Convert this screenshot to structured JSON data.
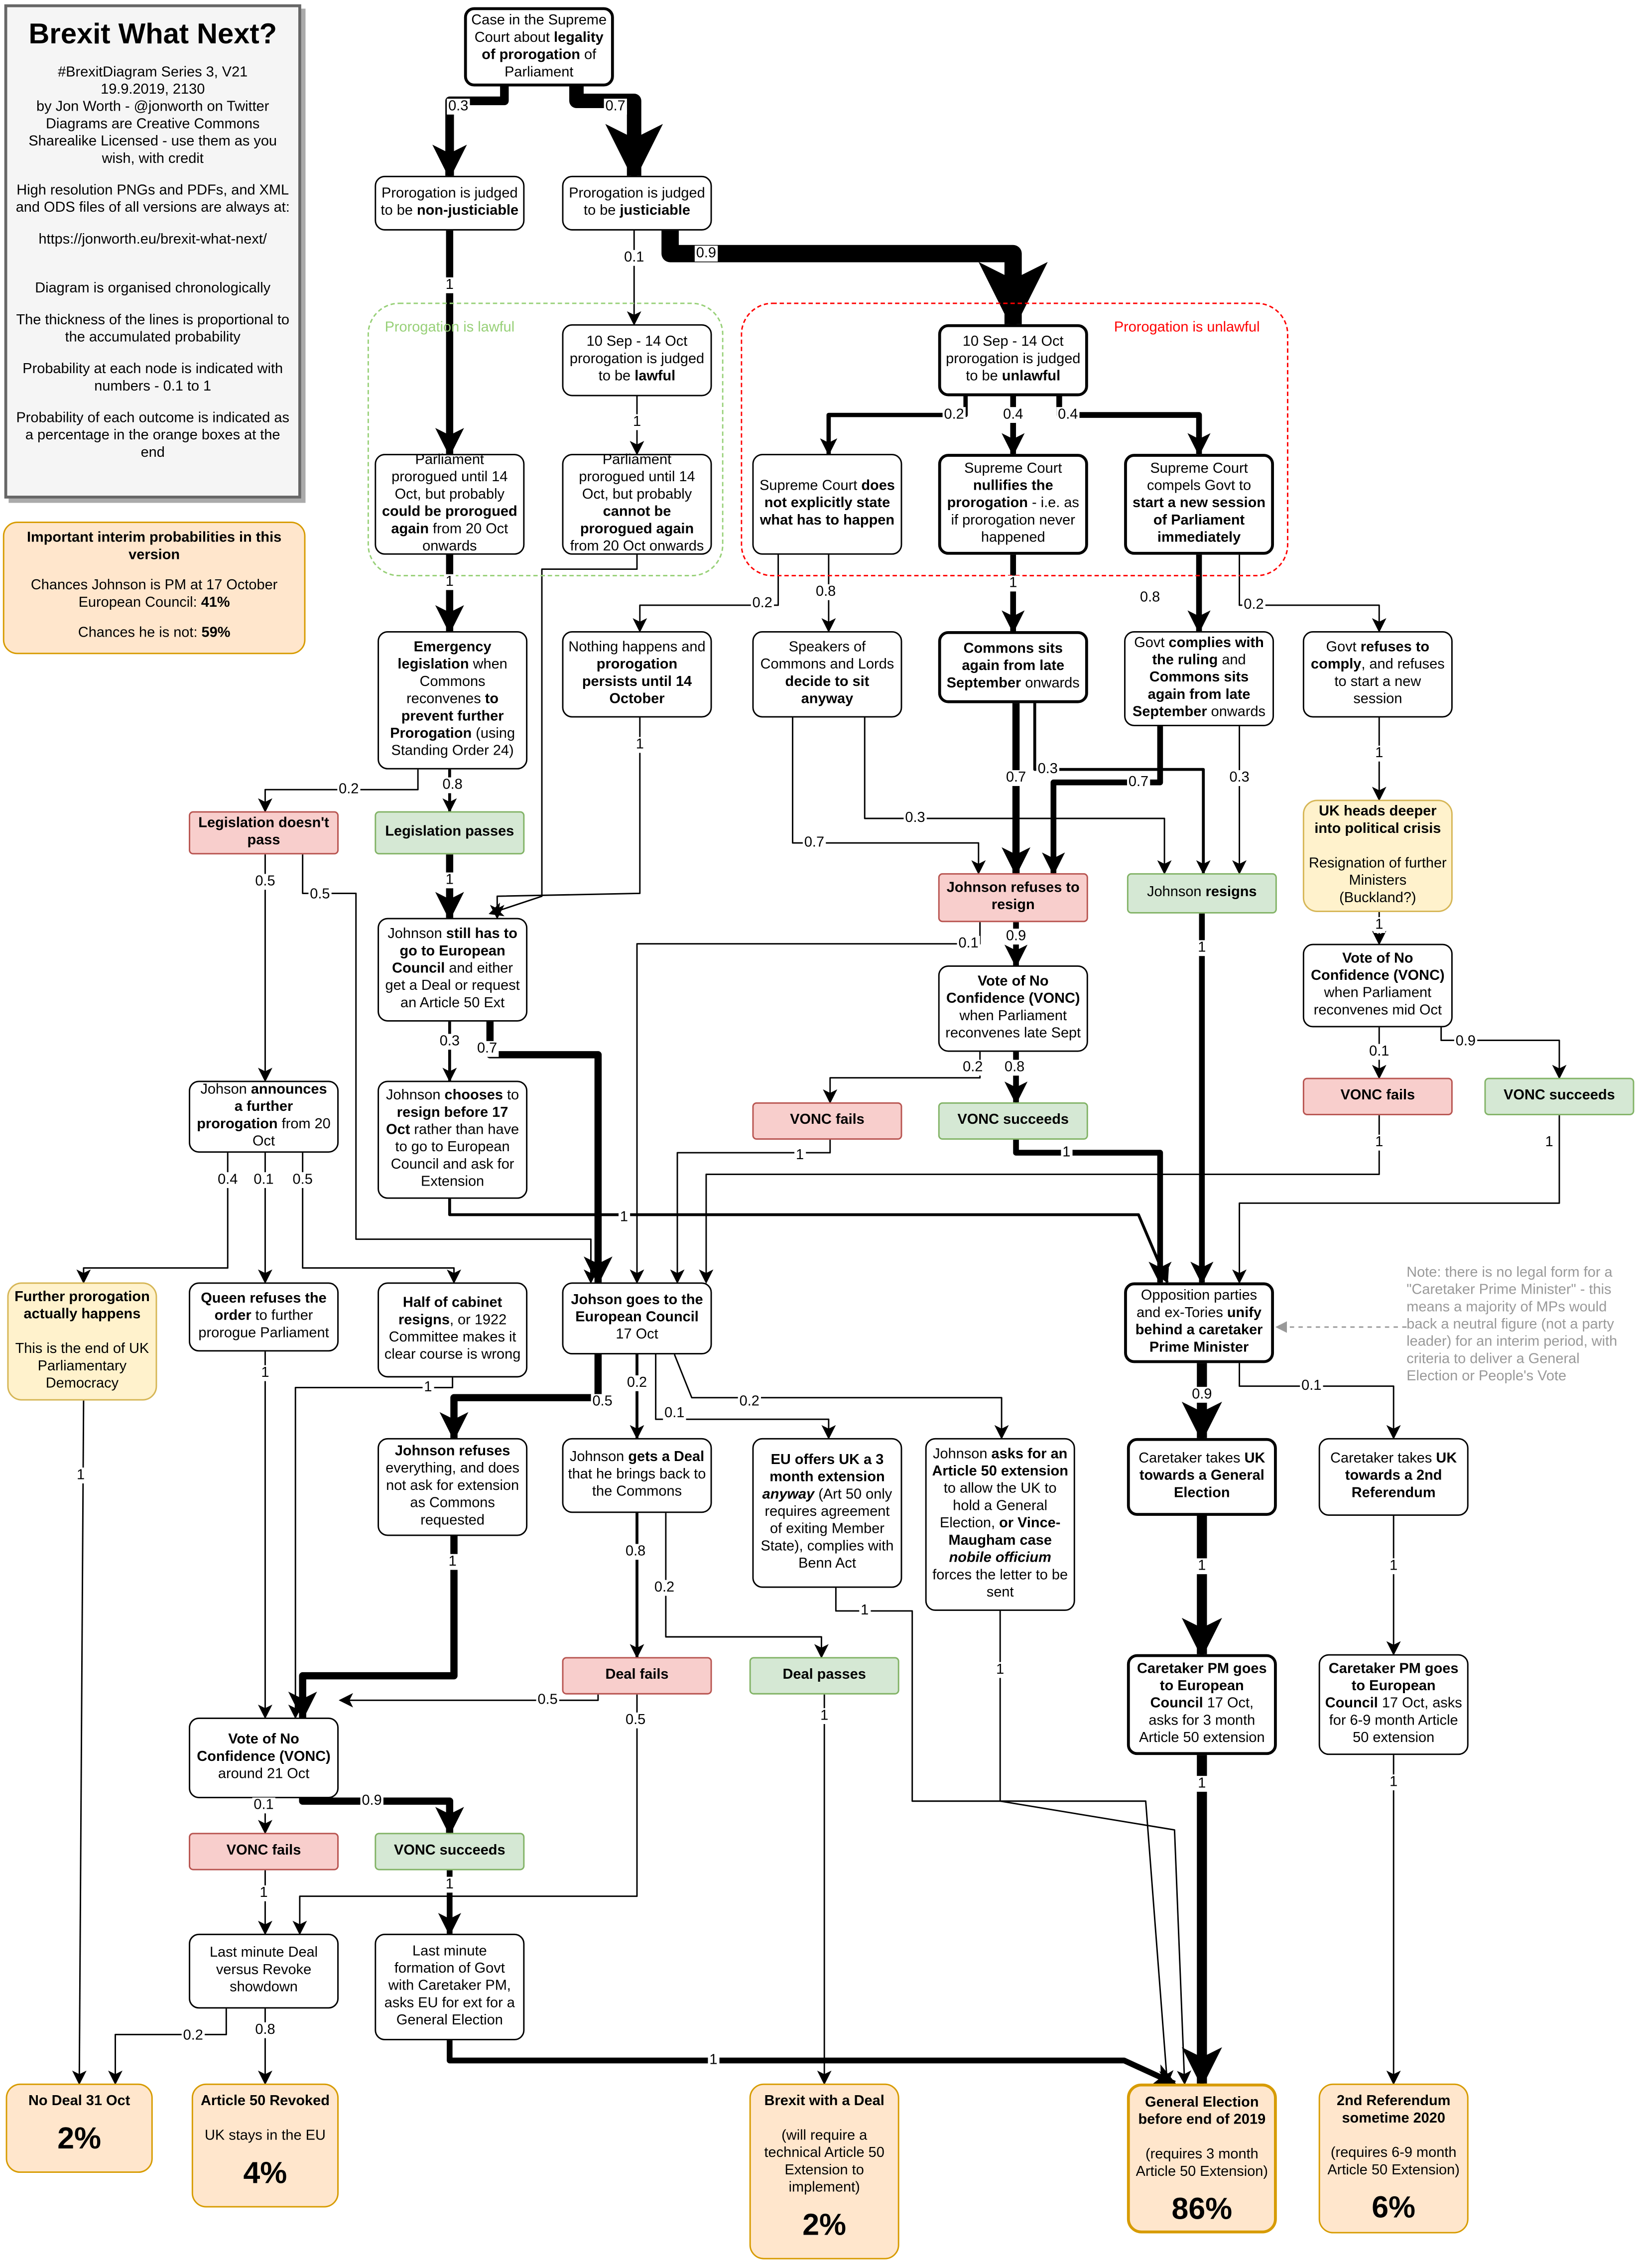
{
  "info": {
    "title": "Brexit What Next?",
    "series": "#BrexitDiagram Series 3, V21\n19.9.2019, 2130\nby Jon Worth - @jonworth on Twitter\nDiagrams are Creative Commons Sharealike Licensed - use them as you wish, with credit",
    "files": "High resolution PNGs and PDFs, and XML and ODS files of all versions are always at:",
    "url": "https://jonworth.eu/brexit-what-next/",
    "chronological": "Diagram is organised chronologically",
    "thickness": "The thickness of the lines is proportional to the accumulated probability",
    "node_prob": "Probability at each node is indicated with numbers - 0.1 to 1",
    "outcome_prob": "Probability of each outcome is indicated as a percentage in the orange boxes at the end"
  },
  "interim": {
    "heading": "Important interim probabilities in this version",
    "pm_text": "Chances Johnson is PM at 17 October European Council: ",
    "pm_value": "41%",
    "not_text": "Chances he is not: ",
    "not_value": "59%"
  },
  "groups": {
    "lawful": "Prorogation is lawful",
    "unlawful": "Prorogation is unlawful",
    "lawful_color": "#97d077",
    "unlawful_color": "#ff0000"
  },
  "note": "Note: there is no legal form for a \"Caretaker Prime Minister\" - this means a majority of MPs would back a neutral figure (not a party leader) for an interim period, with criteria to deliver a General Election or People's Vote",
  "colors": {
    "red_fill": "#f8cecc",
    "green_fill": "#d5e8d4",
    "yellow_fill": "#fff2cc",
    "orange_fill": "#ffe6cc"
  },
  "nodes": {
    "case": [
      [
        "Case in the Supreme Court about ",
        0
      ],
      [
        "legality of prorogation",
        1
      ],
      [
        " of Parliament",
        0
      ]
    ],
    "nonjust": [
      [
        "Prorogation is judged to be ",
        0
      ],
      [
        "non-justiciable",
        1
      ]
    ],
    "just": [
      [
        "Prorogation is judged to be ",
        0
      ],
      [
        "justiciable",
        1
      ]
    ],
    "lawful": [
      [
        "10 Sep - 14 Oct prorogation is judged to be ",
        0
      ],
      [
        "lawful",
        1
      ]
    ],
    "unlawful": [
      [
        "10 Sep - 14 Oct prorogation is judged to be ",
        0
      ],
      [
        "unlawful",
        1
      ]
    ],
    "parl_could": [
      [
        "Parliament prorogued until 14 Oct, but probably ",
        0
      ],
      [
        "could be prorogued again",
        1
      ],
      [
        " from 20 Oct onwards",
        0
      ]
    ],
    "parl_cannot": [
      [
        "Parliament prorogued until 14 Oct, but probably ",
        0
      ],
      [
        "cannot be prorogued again",
        1
      ],
      [
        " from 20 Oct onwards",
        0
      ]
    ],
    "sc_not": [
      [
        "Supreme Court ",
        0
      ],
      [
        "does not explicitly state what has to happen",
        1
      ]
    ],
    "sc_null": [
      [
        "Supreme Court ",
        0
      ],
      [
        "nullifies the prorogation",
        1
      ],
      [
        " - i.e. as if prorogation never happened",
        0
      ]
    ],
    "sc_compels": [
      [
        "Supreme Court compels Govt to ",
        0
      ],
      [
        "start a new session of Parliament immediately",
        1
      ]
    ],
    "emergency": [
      [
        "Emergency legislation",
        1
      ],
      [
        " when Commons reconvenes ",
        0
      ],
      [
        "to prevent further Prorogation",
        1
      ],
      [
        " (using Standing Order 24)",
        0
      ]
    ],
    "nothing": [
      [
        "Nothing happens and ",
        0
      ],
      [
        "prorogation persists until 14 October",
        1
      ]
    ],
    "speakers": [
      [
        "Speakers of Commons and Lords ",
        0
      ],
      [
        "decide to sit anyway",
        1
      ]
    ],
    "commons_sits": [
      [
        "Commons sits again from late September",
        1
      ],
      [
        " onwards",
        0
      ]
    ],
    "govt_complies": [
      [
        "Govt ",
        0
      ],
      [
        "complies with the ruling",
        1
      ],
      [
        " and ",
        0
      ],
      [
        "Commons sits again from late September",
        1
      ],
      [
        " onwards",
        0
      ]
    ],
    "govt_refuses": [
      [
        "Govt ",
        0
      ],
      [
        "refuses to comply",
        1
      ],
      [
        ", and refuses to start a new session",
        0
      ]
    ],
    "leg_fail": [
      [
        "Legislation doesn't pass",
        1
      ]
    ],
    "leg_pass": [
      [
        "Legislation passes",
        1
      ]
    ],
    "uk_heads": [
      [
        "UK heads deeper into political crisis",
        1
      ],
      [
        "\n\nResignation of further Ministers (Buckland?)",
        0
      ]
    ],
    "j_refuses": [
      [
        "Johnson refuses to resign",
        1
      ]
    ],
    "j_resigns": [
      [
        "Johnson ",
        0
      ],
      [
        "resigns",
        1
      ]
    ],
    "j_still": [
      [
        "Johnson ",
        0
      ],
      [
        "still has to go to European Council",
        1
      ],
      [
        " and either get a Deal or request an Article 50 Ext",
        0
      ]
    ],
    "vonc_mid": [
      [
        "Vote of No Confidence (VONC)",
        1
      ],
      [
        " when Parliament reconvenes mid Oct",
        0
      ]
    ],
    "vonc_late": [
      [
        "Vote of No Confidence (VONC)",
        1
      ],
      [
        " when Parliament reconvenes late Sept",
        0
      ]
    ],
    "announces": [
      [
        "Johson ",
        0
      ],
      [
        "announces a further prorogation",
        1
      ],
      [
        " from 20 Oct",
        0
      ]
    ],
    "chooses": [
      [
        "Johnson ",
        0
      ],
      [
        "chooses",
        1
      ],
      [
        " to ",
        0
      ],
      [
        "resign before 17 Oct",
        1
      ],
      [
        " rather than have to go to European Council and ask for Extension",
        0
      ]
    ],
    "vonc_fails_mid": [
      [
        "VONC fails",
        1
      ]
    ],
    "vonc_succ_mid": [
      [
        "VONC succeeds",
        1
      ]
    ],
    "vonc_fails_late": [
      [
        "VONC fails",
        1
      ]
    ],
    "vonc_succ_late": [
      [
        "VONC succeeds",
        1
      ]
    ],
    "further_prorog": [
      [
        "Further prorogation actually happens",
        1
      ],
      [
        "\n\nThis is the end of UK Parliamentary Democracy",
        0
      ]
    ],
    "queen": [
      [
        "Queen refuses the order",
        1
      ],
      [
        " to further prorogue Parliament",
        0
      ]
    ],
    "cabinet": [
      [
        "Half of cabinet resigns",
        1
      ],
      [
        ", or 1922 Committee makes it clear course is wrong",
        0
      ]
    ],
    "goes_ec": [
      [
        "Johson goes to the European Council",
        1
      ],
      [
        " 17 Oct",
        0
      ]
    ],
    "opposition": [
      [
        "Opposition parties and ex-Tories ",
        0
      ],
      [
        "unify behind a caretaker Prime Minister",
        1
      ]
    ],
    "refuses_every": [
      [
        "Johnson refuses",
        1
      ],
      [
        " everything, and does not ask for extension as Commons requested",
        0
      ]
    ],
    "gets_deal": [
      [
        "Johnson ",
        0
      ],
      [
        "gets a Deal",
        1
      ],
      [
        " that he brings back to the Commons",
        0
      ]
    ],
    "eu_offers": [
      [
        "EU offers UK a 3 month extension",
        1
      ],
      [
        " ",
        0
      ],
      [
        "anyway",
        2
      ],
      [
        " (Art 50 only requires agreement of exiting Member State), complies with Benn Act",
        0
      ]
    ],
    "asks": [
      [
        "Johnson ",
        0
      ],
      [
        "asks for an Article 50 extension",
        1
      ],
      [
        " to allow the UK to hold a General Election, ",
        0
      ],
      [
        "or Vince-Maugham case ",
        1
      ],
      [
        "nobile officium",
        2
      ],
      [
        " forces the letter to be sent",
        0
      ]
    ],
    "ct_ge": [
      [
        "Caretaker takes ",
        0
      ],
      [
        "UK towards a General Election",
        1
      ]
    ],
    "ct_ref": [
      [
        "Caretaker takes ",
        0
      ],
      [
        "UK towards a 2nd Referendum",
        1
      ]
    ],
    "deal_fails": [
      [
        "Deal fails",
        1
      ]
    ],
    "deal_passes": [
      [
        "Deal passes",
        1
      ]
    ],
    "pm_ge": [
      [
        "Caretaker PM goes to European Council",
        1
      ],
      [
        " 17 Oct, asks for 3 month Article 50 extension",
        0
      ]
    ],
    "pm_ref": [
      [
        "Caretaker PM goes to European Council",
        1
      ],
      [
        " 17 Oct, asks for 6-9 month Article 50 extension",
        0
      ]
    ],
    "vonc21": [
      [
        "Vote of No Confidence (VONC)",
        1
      ],
      [
        " around 21 Oct",
        0
      ]
    ],
    "vonc_fails21": [
      [
        "VONC fails",
        1
      ]
    ],
    "vonc_succ21": [
      [
        "VONC succeeds",
        1
      ]
    ],
    "lm_deal": [
      [
        "Last minute Deal versus Revoke showdown",
        0
      ]
    ],
    "lm_form": [
      [
        "Last minute formation of Govt with Caretaker PM, asks EU for ext for a General Election",
        0
      ]
    ]
  },
  "outcomes": {
    "nodeal": {
      "title": "No Deal 31 Oct",
      "body": "",
      "pct": "2%",
      "probability": 2
    },
    "revoked": {
      "title": "Article 50 Revoked",
      "body": "UK stays in the EU",
      "pct": "4%",
      "probability": 4
    },
    "brexit_deal": {
      "title": "Brexit with a Deal",
      "body": "(will require a technical Article 50 Extension to implement)",
      "pct": "2%",
      "probability": 2
    },
    "ge": {
      "title": "General Election before end of 2019",
      "body": "(requires 3 month Article 50 Extension)",
      "pct": "86%",
      "probability": 86
    },
    "ref": {
      "title": "2nd Referendum sometime 2020",
      "body": "(requires 6-9 month Article 50 Extension)",
      "pct": "6%",
      "probability": 6
    }
  },
  "edges": [
    "0.3",
    "0.7",
    "1",
    "0.1",
    "0.9",
    "1",
    "0.2",
    "0.4",
    "0.4",
    "1",
    "",
    "0.2",
    "0.8",
    "1",
    "0.8",
    "0.2",
    "0.2",
    "0.8",
    "1",
    "1",
    "0.5",
    "0.5",
    "0.7",
    "0.3",
    "0.7",
    "0.3",
    "0.7",
    "0.3",
    "1",
    "1",
    "0.9",
    "0.1",
    "1",
    "0.1",
    "0.9",
    "0.2",
    "0.8",
    "1",
    "1",
    "1",
    "1",
    "0.3",
    "0.7",
    "1",
    "0.4",
    "0.1",
    "0.5",
    "1",
    "1",
    "0.5",
    "0.2",
    "0.2",
    "0.1",
    "1",
    "0.8",
    "0.2",
    "0.5",
    "0.5",
    "0.1",
    "0.9",
    "1",
    "1",
    "0.2",
    "0.8",
    "1",
    "1",
    "1",
    "1",
    "1",
    "0.9",
    "0.1",
    "1",
    "1",
    "1",
    "1",
    ""
  ]
}
